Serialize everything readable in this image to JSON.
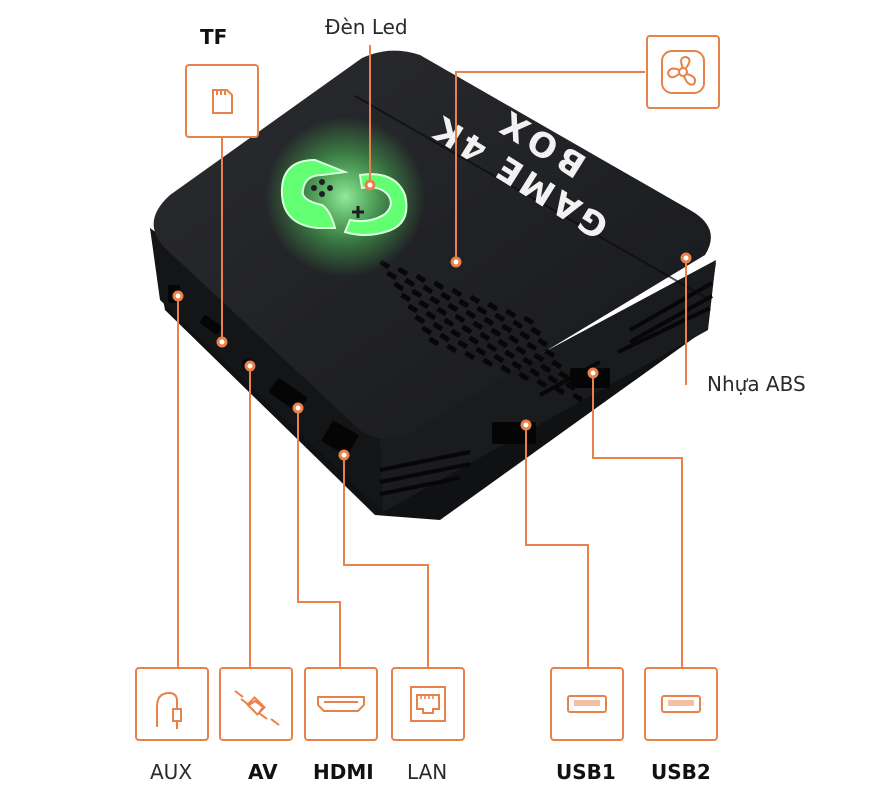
{
  "labels": {
    "tf": "TF",
    "led": "Đèn Led",
    "abs": "Nhựa ABS",
    "aux": "AUX",
    "av": "AV",
    "hdmi": "HDMI",
    "lan": "LAN",
    "usb1": "USB1",
    "usb2": "USB2"
  },
  "device": {
    "brand_line1": "GAME 4K",
    "brand_line2": "BOX"
  },
  "icons": {
    "tf": "sd-card-icon",
    "fan": "fan-icon",
    "aux": "aux-cable-icon",
    "av": "av-plug-icon",
    "hdmi": "hdmi-port-icon",
    "lan": "ethernet-port-icon",
    "usb1": "usb-port-icon",
    "usb2": "usb-port-icon"
  },
  "colors": {
    "accent": "#e8814a",
    "device": "#1d1e21",
    "led": "#6cff7a"
  }
}
